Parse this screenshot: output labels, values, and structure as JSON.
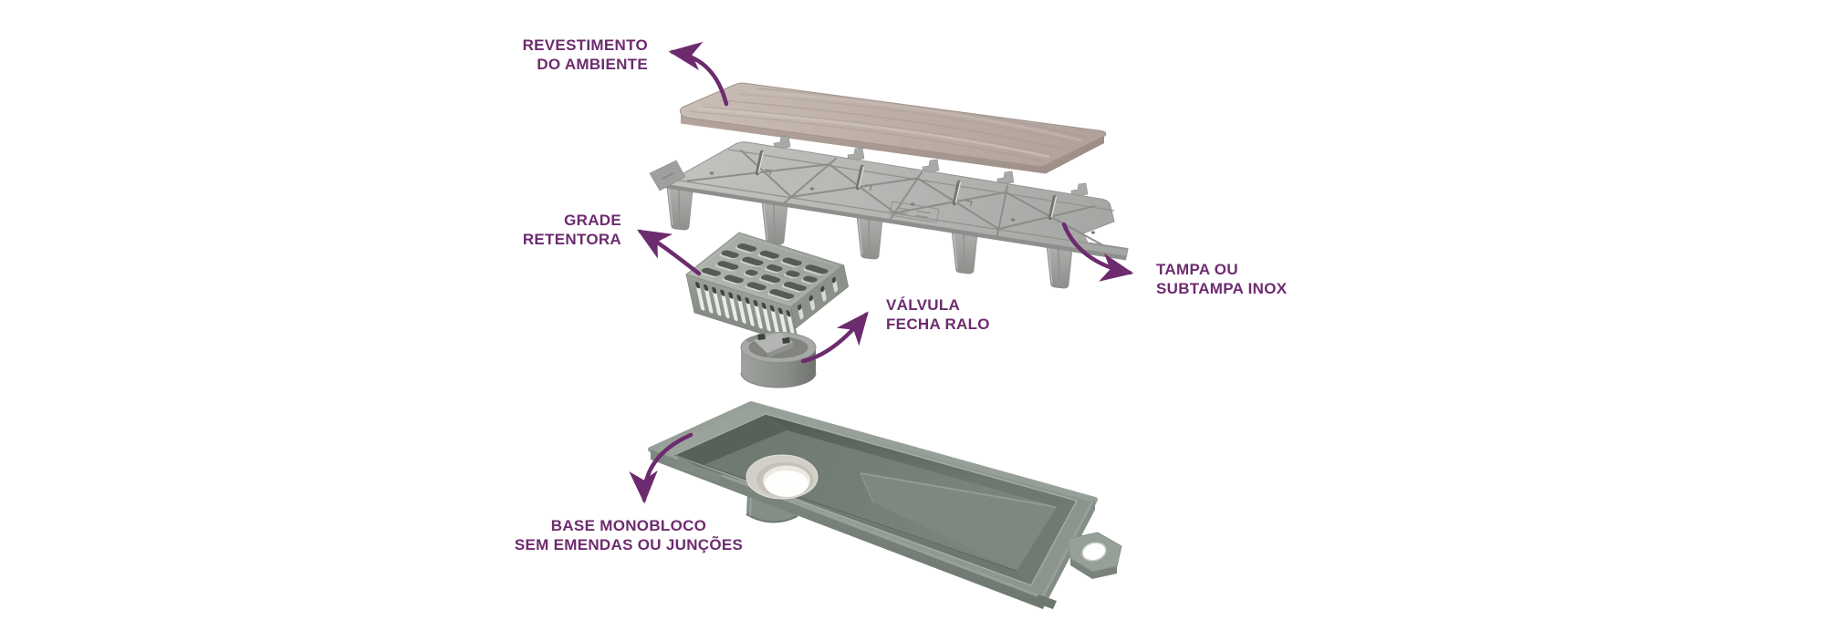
{
  "page": {
    "background": "#ffffff"
  },
  "diagram": {
    "type": "exploded-product-diagram",
    "subject": "linear floor drain components",
    "accent_color": "#6d2b6f",
    "labels": {
      "revestimento": {
        "line1": "REVESTIMENTO",
        "line2": "DO AMBIENTE"
      },
      "grade": {
        "line1": "GRADE",
        "line2": "RETENTORA"
      },
      "valvula": {
        "line1": "VÁLVULA",
        "line2": "FECHA RALO"
      },
      "tampa": {
        "line1": "TAMPA OU",
        "line2": "SUBTAMPA INOX"
      },
      "base": {
        "line1": "BASE MONOBLOCO",
        "line2": "SEM EMENDAS OU JUNÇÕES"
      }
    },
    "part_colors": {
      "tile": "#bcaea7",
      "inox_cover": "#b2b4b1",
      "grate": "#a0a59f",
      "valve": "#93968f",
      "base": "#8f988f"
    }
  }
}
